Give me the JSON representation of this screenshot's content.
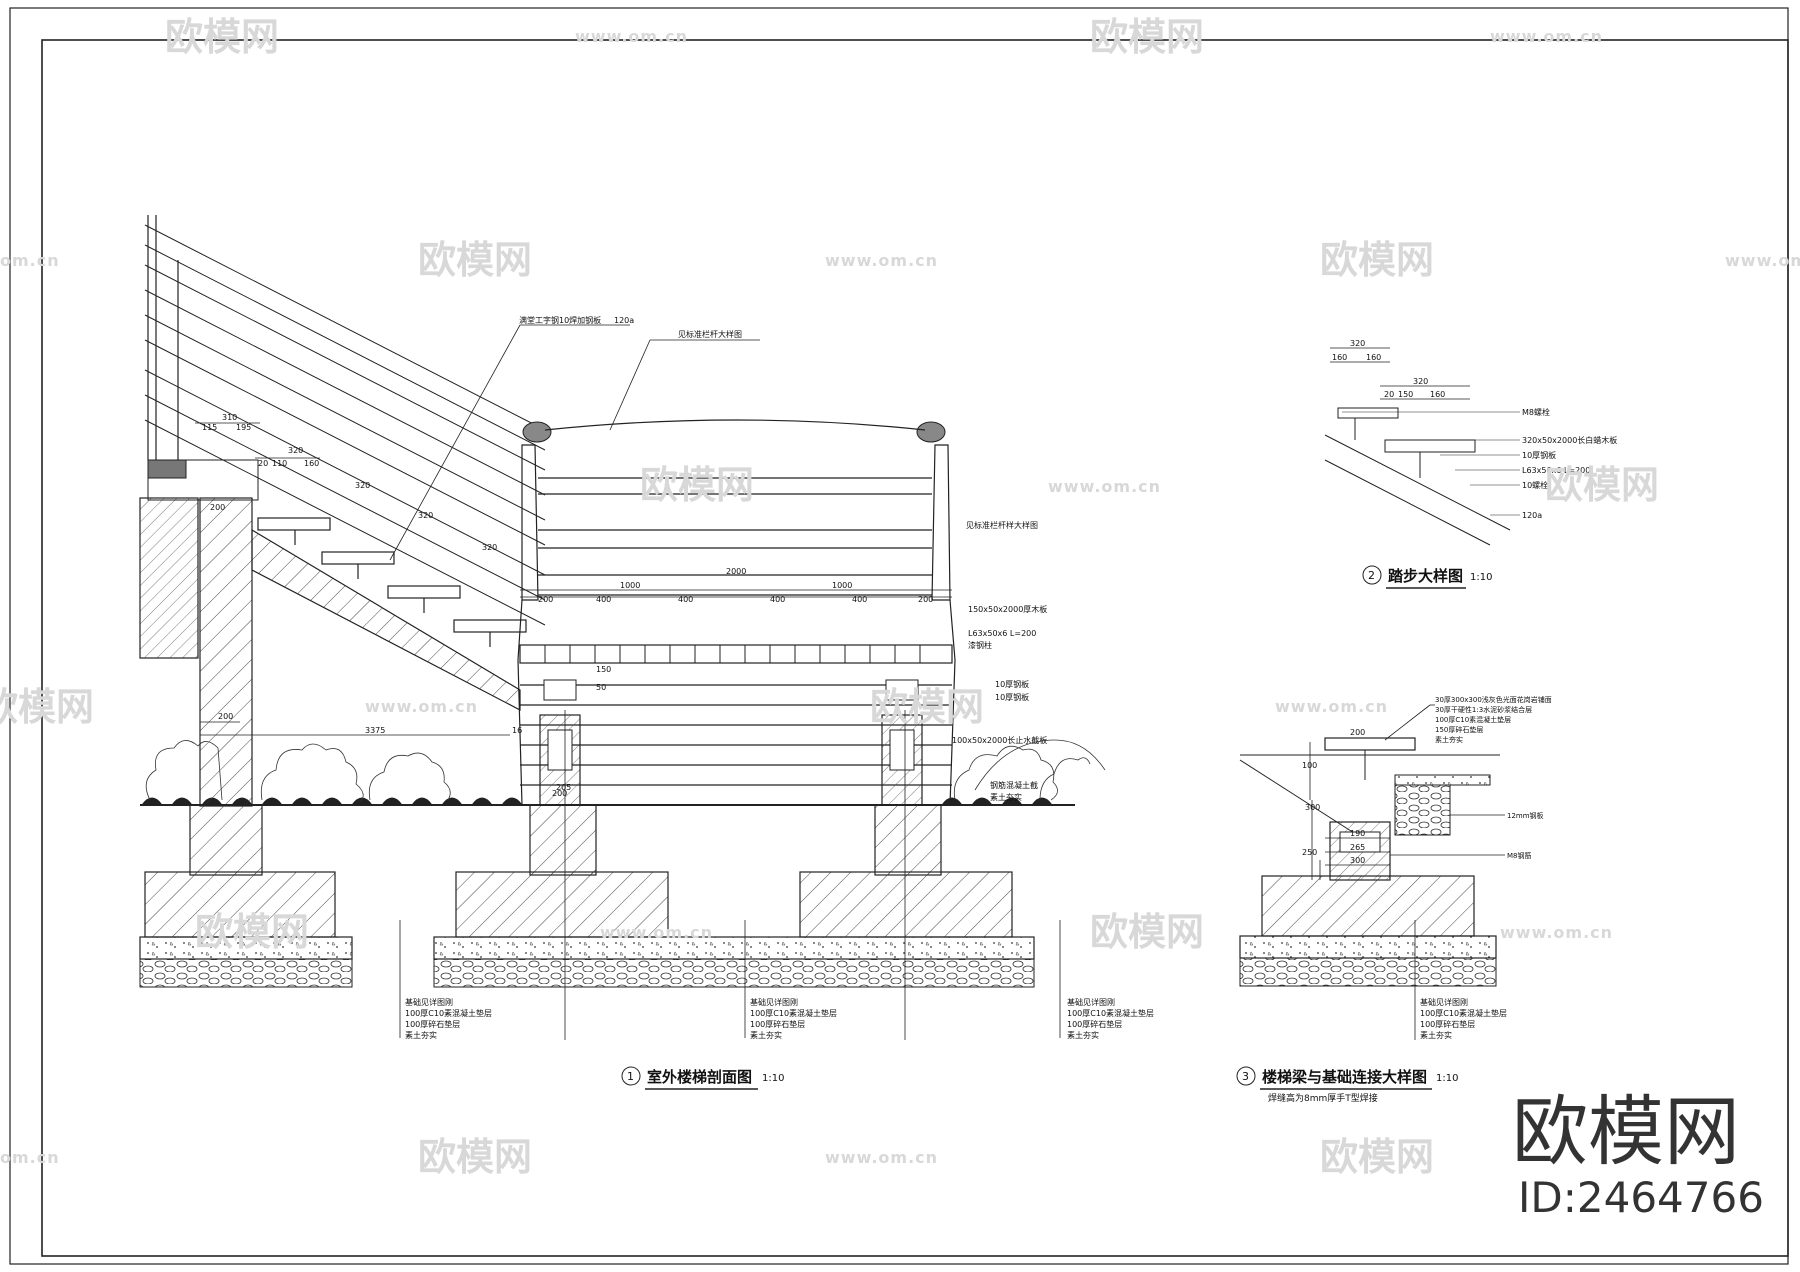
{
  "section1": {
    "circle": "1",
    "title": "室外楼梯剖面图",
    "scale": "1:10",
    "notes": [
      "满堂工字钢10焊加钢板",
      "120a",
      "见标准栏杆大样图",
      "见标准栏杆样大样图",
      "150x50x2000厚木板",
      "L63x50x6 L=200",
      "漆钢柱",
      "10厚钢板",
      "10厚钢板",
      "100x50x2000长止水截板",
      "钢筋混凝土截",
      "素土夯实"
    ],
    "dims": [
      "310",
      "115",
      "195",
      "320",
      "20",
      "110",
      "160",
      "320",
      "320",
      "320",
      "2000",
      "200",
      "400",
      "400",
      "400",
      "400",
      "200",
      "1000",
      "1000",
      "50",
      "150",
      "200",
      "3375",
      "200",
      "16",
      "200",
      "205"
    ],
    "foundation_notes_left": [
      "基础见详图刚",
      "100厚C10素混凝土垫层",
      "100厚碎石垫层",
      "素土夯实"
    ],
    "foundation_notes_mid": [
      "基础见详图刚",
      "100厚C10素混凝土垫层",
      "100厚碎石垫层",
      "素土夯实"
    ],
    "foundation_notes_right": [
      "基础见详图刚",
      "100厚C10素混凝土垫层",
      "100厚碎石垫层",
      "素土夯实"
    ]
  },
  "section2": {
    "circle": "2",
    "title": "踏步大样图",
    "scale": "1:10",
    "dims": [
      "320",
      "160",
      "160",
      "320",
      "20",
      "150",
      "160"
    ],
    "notes": [
      "M8螺栓",
      "320x50x2000长白蜡木板",
      "10厚钢板",
      "L63x50x6 L=200",
      "10螺栓",
      "120a"
    ]
  },
  "section3": {
    "circle": "3",
    "title": "楼梯梁与基础连接大样图",
    "scale": "1:10",
    "subtitle": "焊缝高为8mm厚手T型焊接",
    "notes": [
      "30厚300x300浅灰色光面花岗岩铺面",
      "30厚干硬性1:3水泥砂浆结合层",
      "100厚C10素混凝土垫层",
      "150厚碎石垫层",
      "素土夯实"
    ],
    "notes2": [
      "12mm钢板",
      "M8钢筋"
    ],
    "dims": [
      "200",
      "100",
      "300",
      "190",
      "265",
      "300",
      "250"
    ],
    "foundation_notes": [
      "基础见详图刚",
      "100厚C10素混凝土垫层",
      "100厚碎石垫层",
      "素土夯实"
    ]
  },
  "watermark": {
    "brand": "欧模网",
    "url": "www.om.cn",
    "url_partial": "om.cn",
    "big": "欧模网",
    "id": "ID:2464766"
  }
}
